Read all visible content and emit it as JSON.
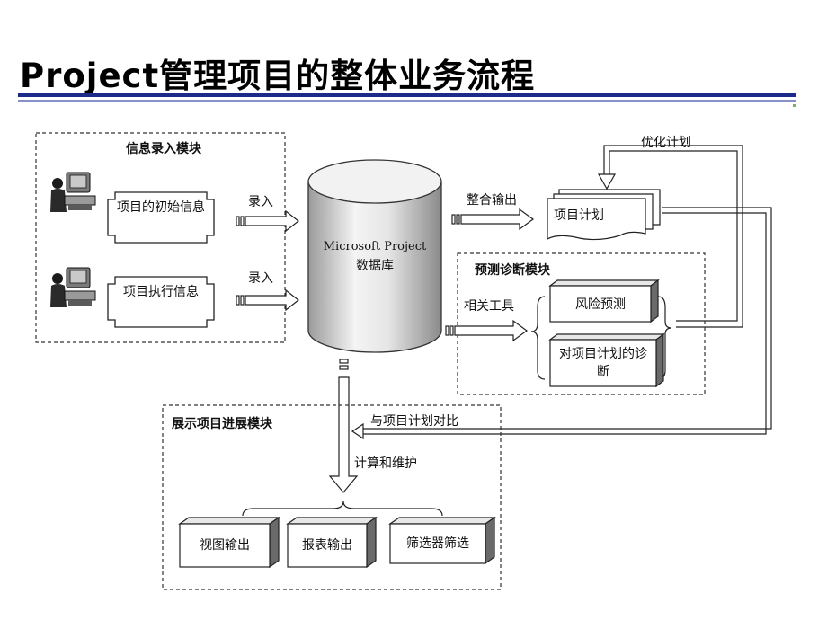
{
  "title": "Project管理项目的整体业务流程",
  "modules": {
    "input": {
      "title": "信息录入模块",
      "boxes": [
        "项目的初始信息",
        "项目执行信息"
      ],
      "arrow_label": "录入"
    },
    "database": {
      "line1": "Microsoft Project",
      "line2": "数据库"
    },
    "plan": {
      "output_label": "整合输出",
      "doc_label": "项目计划",
      "optimize_label": "优化计划"
    },
    "diagnosis": {
      "title": "预测诊断模块",
      "tools_label": "相关工具",
      "boxes": [
        "风险预测",
        "对项目计划的诊断"
      ]
    },
    "progress": {
      "title": "展示项目进展模块",
      "compare_label": "与项目计划对比",
      "calc_label": "计算和维护",
      "boxes": [
        "视图输出",
        "报表输出",
        "筛选器筛选"
      ]
    }
  },
  "icons": [
    "computer-user-icon",
    "computer-user-icon"
  ]
}
